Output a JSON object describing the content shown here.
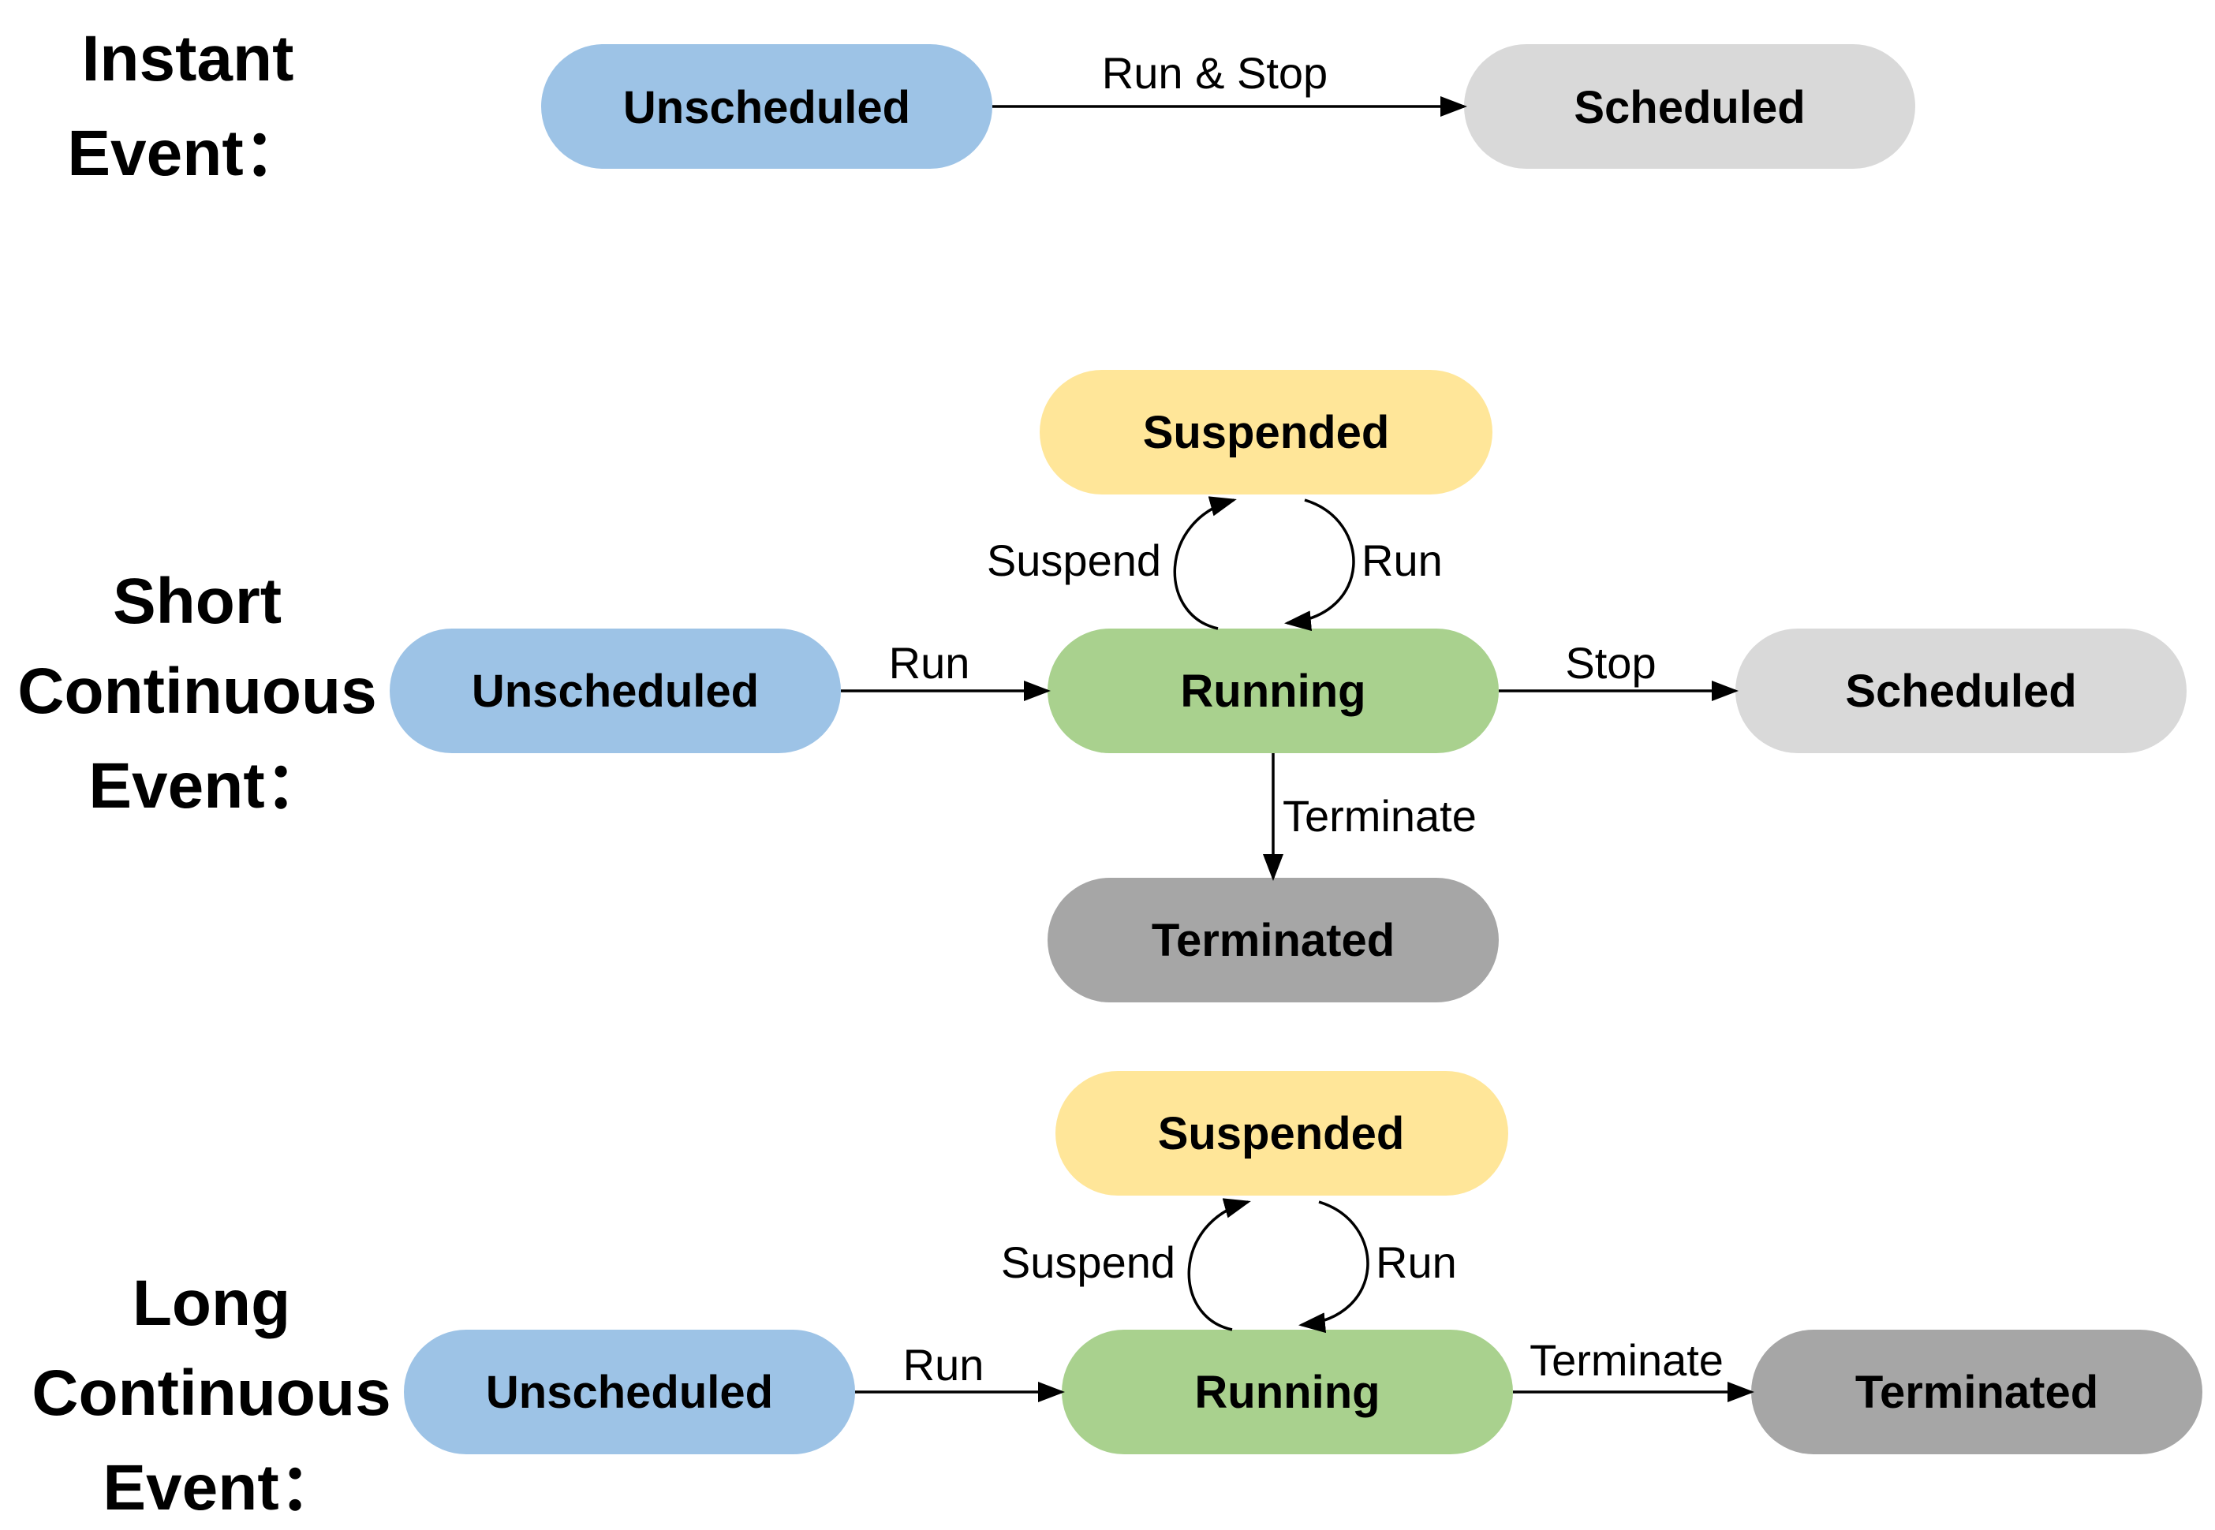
{
  "colors": {
    "unscheduled": "#9DC3E6",
    "scheduled": "#D9D9D9",
    "suspended": "#FFE699",
    "running": "#A9D18E",
    "terminated": "#A6A6A6"
  },
  "sections": {
    "instant": {
      "label_line1": "Instant",
      "label_line2": "Event：",
      "unscheduled": "Unscheduled",
      "scheduled": "Scheduled",
      "edge_run_stop": "Run & Stop"
    },
    "short": {
      "label_line1": "Short",
      "label_line2": "Continuous",
      "label_line3": "Event：",
      "unscheduled": "Unscheduled",
      "running": "Running",
      "suspended": "Suspended",
      "scheduled": "Scheduled",
      "terminated": "Terminated",
      "edge_run": "Run",
      "edge_stop": "Stop",
      "edge_suspend": "Suspend",
      "edge_resume": "Run",
      "edge_terminate": "Terminate"
    },
    "long": {
      "label_line1": "Long",
      "label_line2": "Continuous",
      "label_line3": "Event：",
      "unscheduled": "Unscheduled",
      "running": "Running",
      "suspended": "Suspended",
      "terminated": "Terminated",
      "edge_run": "Run",
      "edge_suspend": "Suspend",
      "edge_resume": "Run",
      "edge_terminate": "Terminate"
    }
  }
}
